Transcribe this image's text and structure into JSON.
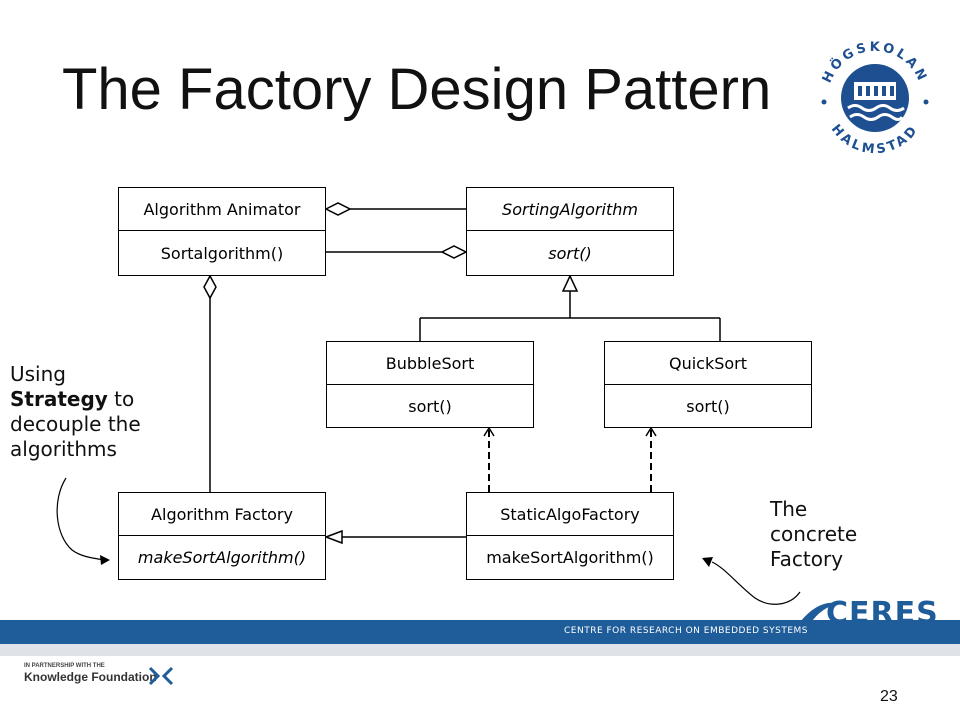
{
  "slide": {
    "title": "The Factory Design Pattern",
    "page_number": "23"
  },
  "classes": {
    "animator": {
      "name": "Algorithm Animator",
      "method": "Sortalgorithm()"
    },
    "sorting": {
      "name": "SortingAlgorithm",
      "method": "sort()"
    },
    "bubble": {
      "name": "BubbleSort",
      "method": "sort()"
    },
    "quick": {
      "name": "QuickSort",
      "method": "sort()"
    },
    "factory": {
      "name": "Algorithm Factory",
      "method": "makeSortAlgorithm()"
    },
    "static_factory": {
      "name": "StaticAlgoFactory",
      "method": "makeSortAlgorithm()"
    }
  },
  "notes": {
    "strategy": {
      "line1": "Using",
      "bold": "Strategy",
      "after_bold": " to",
      "line3": "decouple the",
      "line4": "algorithms"
    },
    "concrete": {
      "line1": "The",
      "line2": "concrete",
      "line3": "Factory"
    }
  },
  "logos": {
    "hogskolan_top": "HÖGSKOLAN",
    "hogskolan_bottom": "HALMSTAD",
    "ceres": "CERES",
    "ceres_subtitle": "CENTRE FOR RESEARCH ON EMBEDDED SYSTEMS",
    "kf_small": "IN PARTNERSHIP WITH THE",
    "kf_big": "Knowledge Foundation"
  },
  "colors": {
    "ceres_blue": "#1e5c9a",
    "logo_blue": "#1d4f91"
  }
}
